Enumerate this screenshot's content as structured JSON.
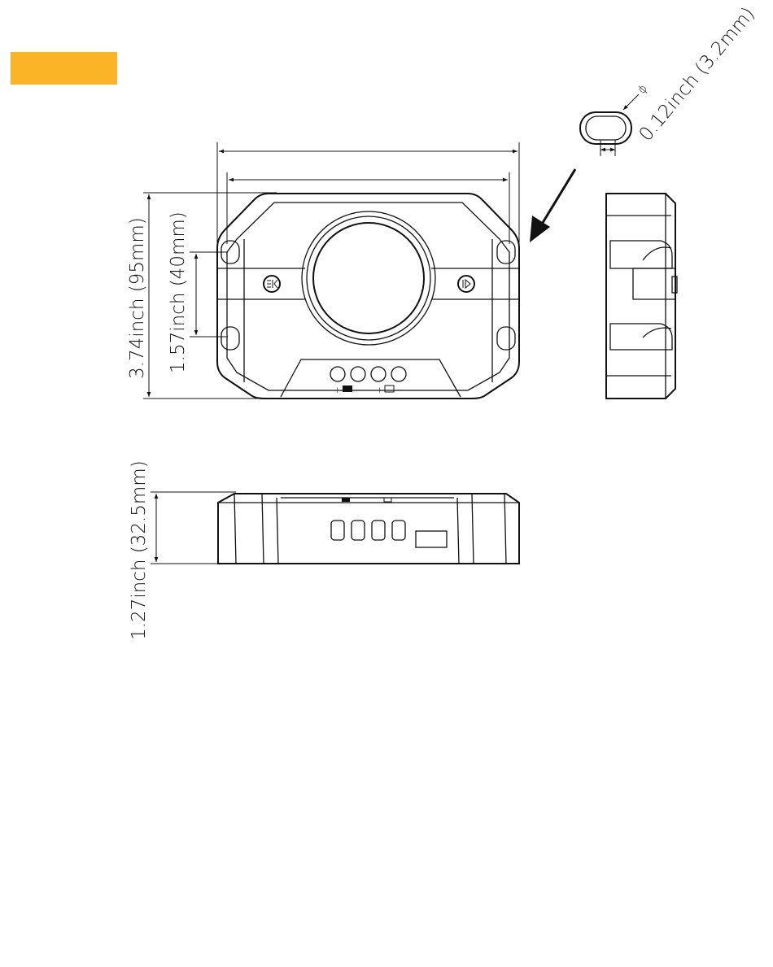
{
  "accent_color": "#FBB426",
  "line_color": "#111111",
  "dimensions": {
    "hole_diameter": "0.12inch (3.2mm)",
    "diameter_symbol": "ϕ",
    "height": "3.74inch (95mm)",
    "hole_spacing": "1.57inch (40mm)",
    "thickness": "1.27inch (32.5mm)"
  },
  "front_view": {
    "terminal_labels": [
      "+",
      "−",
      "+",
      "−"
    ]
  }
}
